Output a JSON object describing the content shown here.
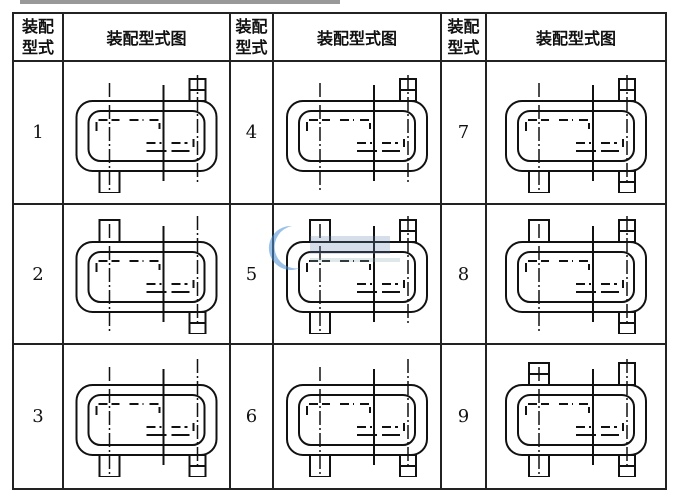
{
  "header": {
    "type_label": "装配型式",
    "figure_label": "装配型式图"
  },
  "rows": [
    [
      {
        "num": "1",
        "shafts": [
          "top-right-crossed",
          "bottom-left-plain"
        ]
      },
      {
        "num": "4",
        "shafts": [
          "top-right-crossed"
        ]
      },
      {
        "num": "7",
        "shafts": [
          "top-right-crossed",
          "bottom-left-plain",
          "bottom-right-crossed"
        ]
      }
    ],
    [
      {
        "num": "2",
        "shafts": [
          "top-left-plain",
          "bottom-right-crossed"
        ]
      },
      {
        "num": "5",
        "shafts": [
          "top-left-plain",
          "top-right-crossed",
          "bottom-left-plain"
        ]
      },
      {
        "num": "8",
        "shafts": [
          "top-left-plain",
          "top-right-crossed",
          "bottom-right-crossed"
        ]
      }
    ],
    [
      {
        "num": "3",
        "shafts": [
          "bottom-left-plain",
          "bottom-right-crossed"
        ]
      },
      {
        "num": "6",
        "shafts": [
          "bottom-left-plain",
          "bottom-right-crossed"
        ]
      },
      {
        "num": "9",
        "shafts": [
          "top-left-crossed",
          "top-right-plain",
          "bottom-left-plain",
          "bottom-right-crossed"
        ]
      }
    ]
  ],
  "watermark": {
    "logo_color": "#4a8fd8"
  }
}
